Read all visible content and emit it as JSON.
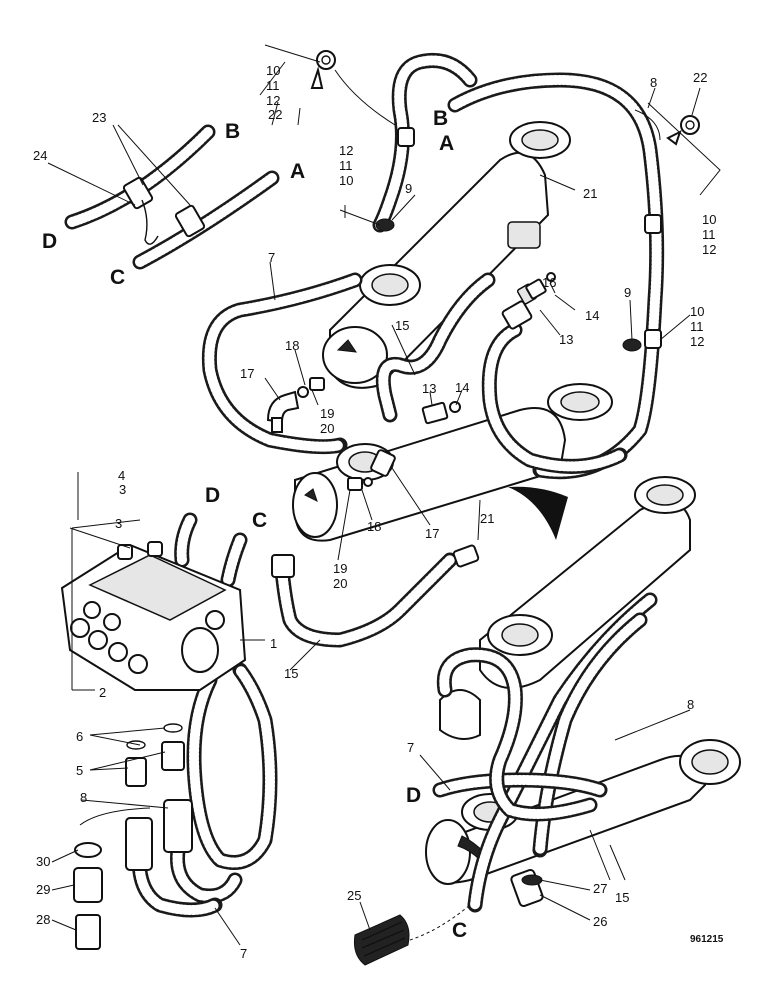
{
  "drawing_ref": "961215",
  "letters": {
    "a": "A",
    "b": "B",
    "c": "C",
    "d": "D"
  },
  "n": {
    "1": "1",
    "2": "2",
    "3": "3",
    "4": "4",
    "5": "5",
    "6": "6",
    "7": "7",
    "8": "8",
    "9": "9",
    "10": "10",
    "11": "11",
    "12": "12",
    "13": "13",
    "14": "14",
    "15": "15",
    "16": "16",
    "17": "17",
    "18": "18",
    "19": "19",
    "20": "20",
    "21": "21",
    "22": "22",
    "23": "23",
    "24": "24",
    "25": "25",
    "26": "26",
    "27": "27",
    "28": "28",
    "29": "29",
    "30": "30"
  }
}
